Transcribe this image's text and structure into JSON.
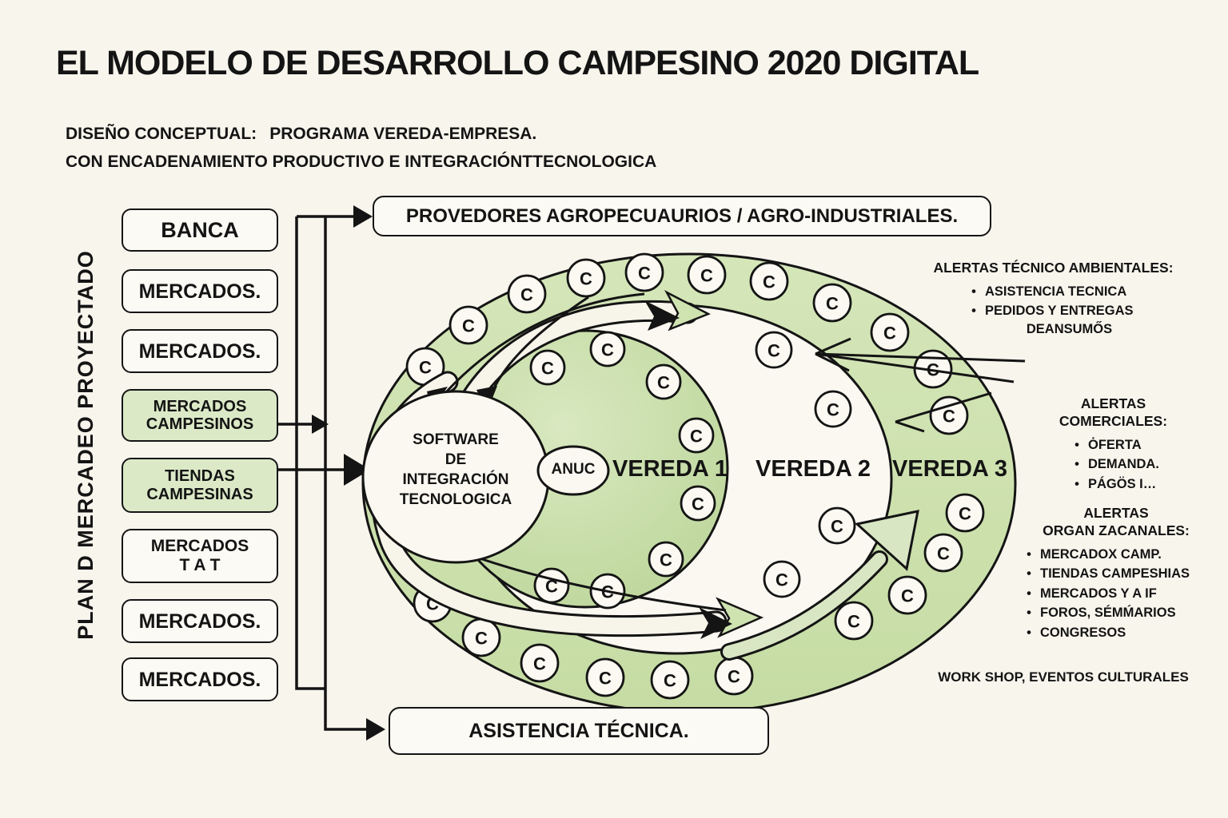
{
  "page": {
    "title": "EL MODELO DE DESARROLLO CAMPESINO 2020 DIGITAL",
    "subtitle_label": "DISEÑO CONCEPTUAL:",
    "subtitle_value": "PROGRAMA VEREDA-EMPRESA.",
    "subtitle_line2": "CON ENCADENAMIENTO PRODUCTIVO E INTEGRACIÓNTTECNOLOGICA"
  },
  "left_panel": {
    "axis_label": "PLAN D MERCADEO PROYECTADO",
    "boxes": [
      {
        "label": "BANCA",
        "variant": "white"
      },
      {
        "label": "MERCADOS.",
        "variant": "white"
      },
      {
        "label": "MERCADOS.",
        "variant": "white"
      },
      {
        "label": "MERCADOS\nCAMPESINOS",
        "variant": "green"
      },
      {
        "label": "TIENDAS\nCAMPESINAS",
        "variant": "green"
      },
      {
        "label": "MERCADOS\nT A T",
        "variant": "white"
      },
      {
        "label": "MERCADOS.",
        "variant": "white"
      },
      {
        "label": "MERCADOS.",
        "variant": "white"
      }
    ]
  },
  "top_box": {
    "label": "PROVEDORES AGROPECUAURIOS / AGRO-INDUSTRIALES."
  },
  "bottom_box": {
    "label": "ASISTENCIA TÉCNICA."
  },
  "diagram": {
    "c_label": "C",
    "software_label": "SOFTWARE\nDE\nINTEGRACIÓN\nTECNOLOGICA",
    "anuc_label": "ANUC",
    "vereda1": "VEREDA 1",
    "vereda2": "VEREDA 2",
    "vereda3": "VEREDA 3"
  },
  "alerts": [
    {
      "heading": "ALERTAS TÉCNICO AMBIENTALES:",
      "items": [
        "ASISTENCIA TECNICA",
        "PEDIDOS Y ENTREGAS"
      ],
      "footer": "DEANSUMŐS"
    },
    {
      "heading": "ALERTAS COMERCIALES:",
      "items": [
        "ȮFERTA",
        "DEMANDA.",
        "PÁGÖS I…"
      ]
    },
    {
      "heading": "ALERTAS\nORGAN ZACANALES:",
      "items": [
        "MERCADOX CAMP.",
        "TIENDAS CAMPESHIAS",
        "MERCADOS Y A IF",
        "FOROS, SÉMḾARIOS",
        "CONGRESOS"
      ],
      "footer": "WORK SHOP, EVENTOS CULTURALES"
    }
  ],
  "colors": {
    "background": "#f8f5ed",
    "ring_green": "#cfe3b1",
    "disk_green": "#c7dda5",
    "box_green": "#dbe9c7",
    "paper_white": "#fcfaf4",
    "ink": "#141414"
  }
}
